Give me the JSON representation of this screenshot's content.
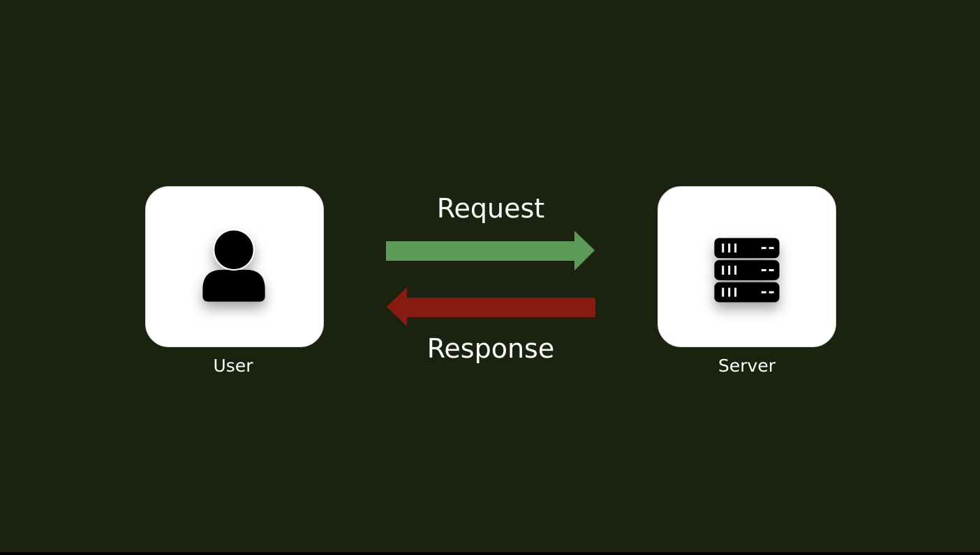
{
  "nodes": {
    "user": {
      "label": "User",
      "icon": "user-icon"
    },
    "server": {
      "label": "Server",
      "icon": "server-icon"
    }
  },
  "flows": {
    "request": {
      "label": "Request",
      "direction": "user-to-server",
      "color": "#5b9a57"
    },
    "response": {
      "label": "Response",
      "direction": "server-to-user",
      "color": "#861c12"
    }
  },
  "colors": {
    "background": "#1b2310",
    "card": "#ffffff",
    "text": "#ffffff"
  }
}
